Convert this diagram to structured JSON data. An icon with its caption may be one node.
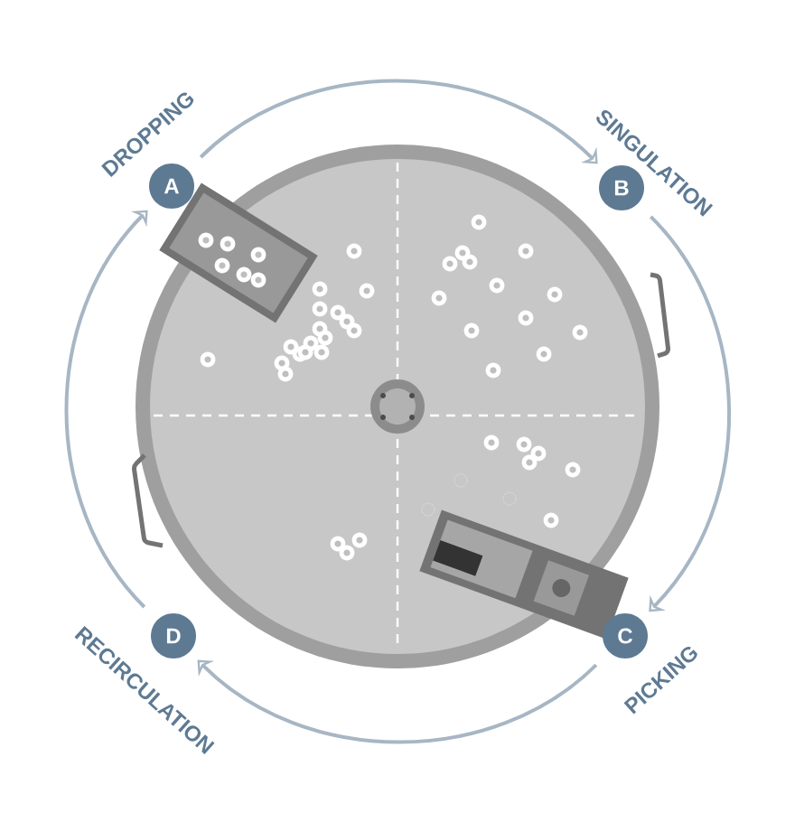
{
  "diagram": {
    "nodes": [
      {
        "text": [
          "A"
        ],
        "beside": [
          "DROPPING"
        ]
      },
      {
        "text": [
          "B"
        ],
        "beside": [
          "SINGULATION"
        ]
      },
      {
        "text": [
          "C"
        ],
        "beside": [
          "PICKING"
        ]
      },
      {
        "text": [
          "D"
        ],
        "beside": [
          "RECIRCULATION"
        ]
      }
    ],
    "edges": [
      {
        "from": 0,
        "to": 1,
        "arrow": "to"
      },
      {
        "from": 1,
        "to": 2,
        "arrow": "to"
      },
      {
        "from": 2,
        "to": 3,
        "arrow": "to"
      },
      {
        "from": 3,
        "to": 0,
        "arrow": "to"
      }
    ]
  }
}
